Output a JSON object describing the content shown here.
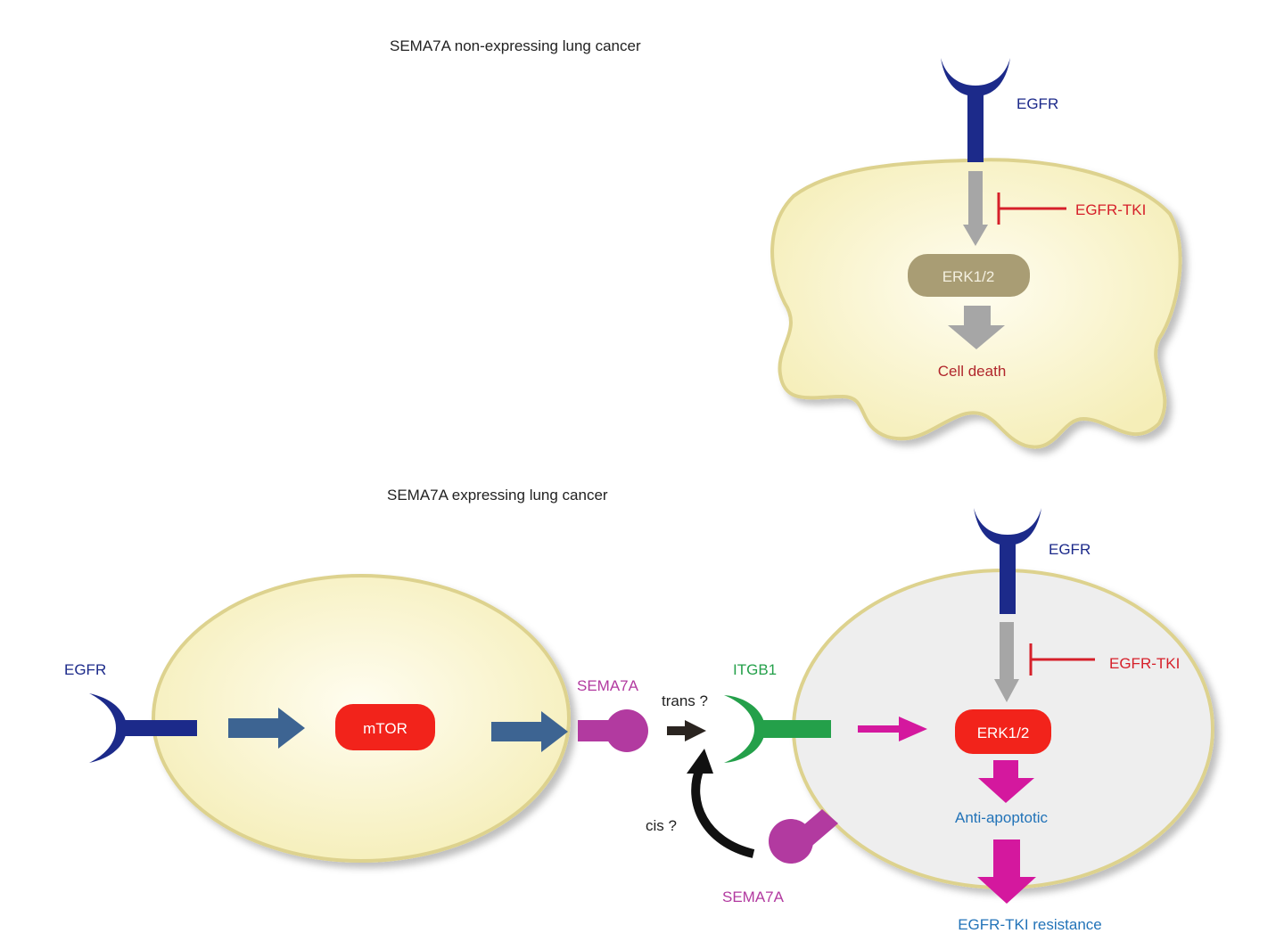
{
  "colors": {
    "cell_fill": "#f7f1c0",
    "cell_stroke": "#ddd28e",
    "cell_gray_fill": "#eeeeee",
    "egfr": "#1c2a8a",
    "tki": "#d6202a",
    "gray_arrow": "#a6a6a6",
    "erk_inactive": "#a99d74",
    "mtor": "#f2231b",
    "blue_arrow": "#3d6492",
    "sema7a": "#b23aa0",
    "itgb1": "#24a04a",
    "magenta_arrow": "#d4189e",
    "outcome_blue": "#2273b8",
    "death_red": "#b1262c"
  },
  "top_panel": {
    "title": "SEMA7A non-expressing lung cancer",
    "egfr_label": "EGFR",
    "tki_label": "EGFR-TKI",
    "erk_label": "ERK1/2",
    "outcome_label": "Cell death"
  },
  "bottom_panel": {
    "title": "SEMA7A expressing lung cancer",
    "left_egfr_label": "EGFR",
    "mtor_label": "mTOR",
    "sema7a_left_label": "SEMA7A",
    "trans_label": "trans ?",
    "itgb1_label": "ITGB1",
    "cis_label": "cis ?",
    "sema7a_bottom_label": "SEMA7A",
    "right_egfr_label": "EGFR",
    "tki_label": "EGFR-TKI",
    "erk_label": "ERK1/2",
    "anti_apoptotic_label": "Anti-apoptotic",
    "resistance_label": "EGFR-TKI resistance"
  }
}
